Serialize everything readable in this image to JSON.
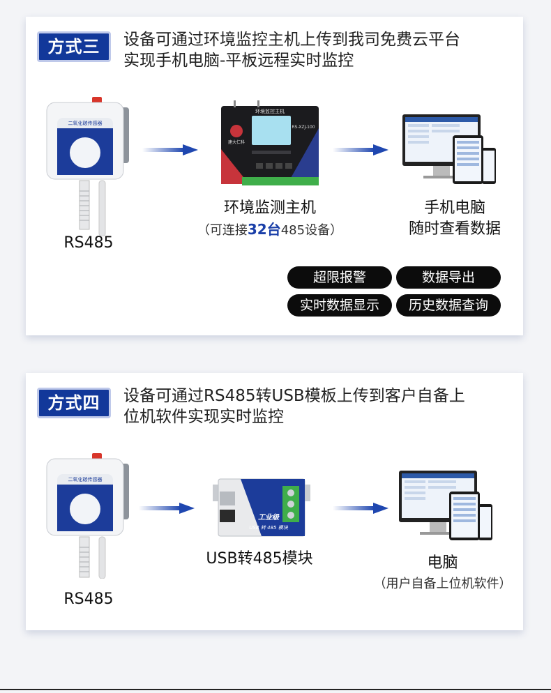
{
  "section3": {
    "badge": "方式三",
    "desc_line1": "设备可通过环境监控主机上传到我司免费云平台",
    "desc_line2": "实现手机电脑-平板远程实时监控",
    "sensor_panel_text": "二氧化碳传感器",
    "sensor_label": "RS485",
    "host_label": "环境监测主机",
    "host_sub_prefix": "（可连接",
    "host_sub_highlight": "32台",
    "host_sub_suffix": "485设备）",
    "host_screen_title": "环境监控主机",
    "host_model": "RS-XZJ-100",
    "host_logo": "建大仁科",
    "device_label_line1": "手机电脑",
    "device_label_line2": "随时查看数据",
    "features": [
      "超限报警",
      "数据导出",
      "实时数据显示",
      "历史数据查询"
    ]
  },
  "section4": {
    "badge": "方式四",
    "desc_line1": "设备可通过RS485转USB模板上传到客户自备上",
    "desc_line2": "位机软件实现实时监控",
    "sensor_panel_text": "二氧化碳传感器",
    "sensor_label": "RS485",
    "module_label": "USB转485模块",
    "module_brand": "工业级",
    "module_text": "USB 转 485 模块",
    "device_label_line1": "电脑",
    "device_label_line2": "（用户自备上位机软件）"
  },
  "colors": {
    "badge_blue": "#12389a",
    "accent_blue": "#1a3fa8",
    "pill_black": "#0c0c0c"
  }
}
